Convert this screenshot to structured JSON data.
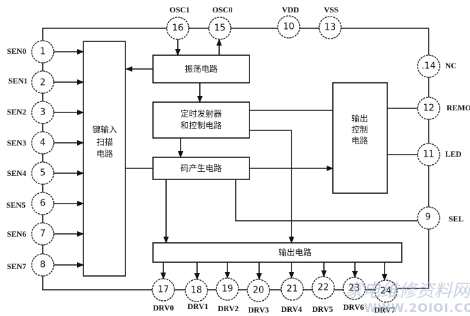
{
  "title": "Remote control encoder IC block diagram",
  "blocks": {
    "key_scan": [
      "键输入",
      "扫描",
      "电路"
    ],
    "oscillator": "振荡电路",
    "timer": [
      "定时发射器",
      "和控制电路"
    ],
    "code_gen": "码产生电路",
    "output_ctrl": [
      "输出",
      "控制",
      "电路"
    ],
    "output": "输出电路"
  },
  "pins_left": [
    {
      "num": "1",
      "label": "SEN0"
    },
    {
      "num": "2",
      "label": "SEN1"
    },
    {
      "num": "3",
      "label": "SEN2"
    },
    {
      "num": "4",
      "label": "SEN3"
    },
    {
      "num": "5",
      "label": "SEN4"
    },
    {
      "num": "6",
      "label": "SEN5"
    },
    {
      "num": "7",
      "label": "SEN6"
    },
    {
      "num": "8",
      "label": "SEN7"
    }
  ],
  "pins_top": [
    {
      "num": "16",
      "label": "OSC1"
    },
    {
      "num": "15",
      "label": "OSC0"
    },
    {
      "num": "10",
      "label": "VDD"
    },
    {
      "num": "13",
      "label": "VSS"
    }
  ],
  "pins_right": [
    {
      "num": ".14",
      "label": "NC"
    },
    {
      "num": "12",
      "label": "REMO"
    },
    {
      "num": "11",
      "label": "LED"
    },
    {
      "num": "9",
      "label": "SEL"
    }
  ],
  "pins_bottom": [
    {
      "num": "17",
      "label": "DRV0"
    },
    {
      "num": "18",
      "label": "DRV1"
    },
    {
      "num": "19",
      "label": "DRV2"
    },
    {
      "num": "20",
      "label": "DRV3"
    },
    {
      "num": "21",
      "label": "DRV4"
    },
    {
      "num": "22",
      "label": "DRV5"
    },
    {
      "num": "23",
      "label": "DRV6"
    },
    {
      "num": "24",
      "label": "DRV7"
    }
  ],
  "watermark": {
    "text": "家电维修资料网",
    "url": "WWW.2OIOI.COM"
  }
}
